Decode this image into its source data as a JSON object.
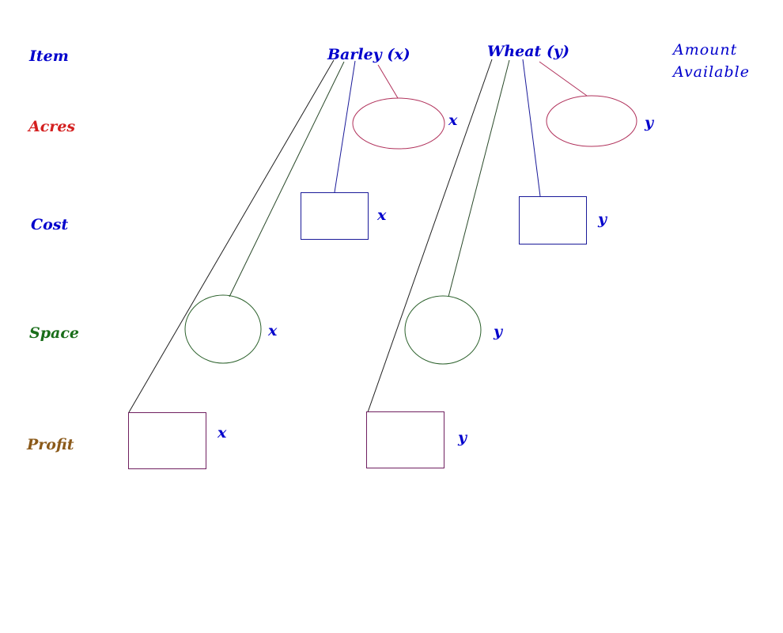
{
  "colors": {
    "item": "#0000cc",
    "acres": "#d42020",
    "cost": "#0000cc",
    "space": "#1a6e1a",
    "profit": "#8b5a1a",
    "variable": "#0000cc",
    "acres_shape": "#b0305a",
    "cost_shape": "#1a1a99",
    "space_shape": "#2a602a",
    "profit_shape": "#702060",
    "space_line": "#2a4a2a",
    "profit_line": "#202020"
  },
  "row_labels": {
    "item": "Item",
    "acres": "Acres",
    "cost": "Cost",
    "space": "Space",
    "profit": "Profit"
  },
  "columns": {
    "barley": {
      "heading": "Barley (x)",
      "variable": "x"
    },
    "wheat": {
      "heading": "Wheat (y)",
      "variable": "y"
    }
  },
  "amount_available": {
    "line1": "Amount",
    "line2": "Available"
  }
}
